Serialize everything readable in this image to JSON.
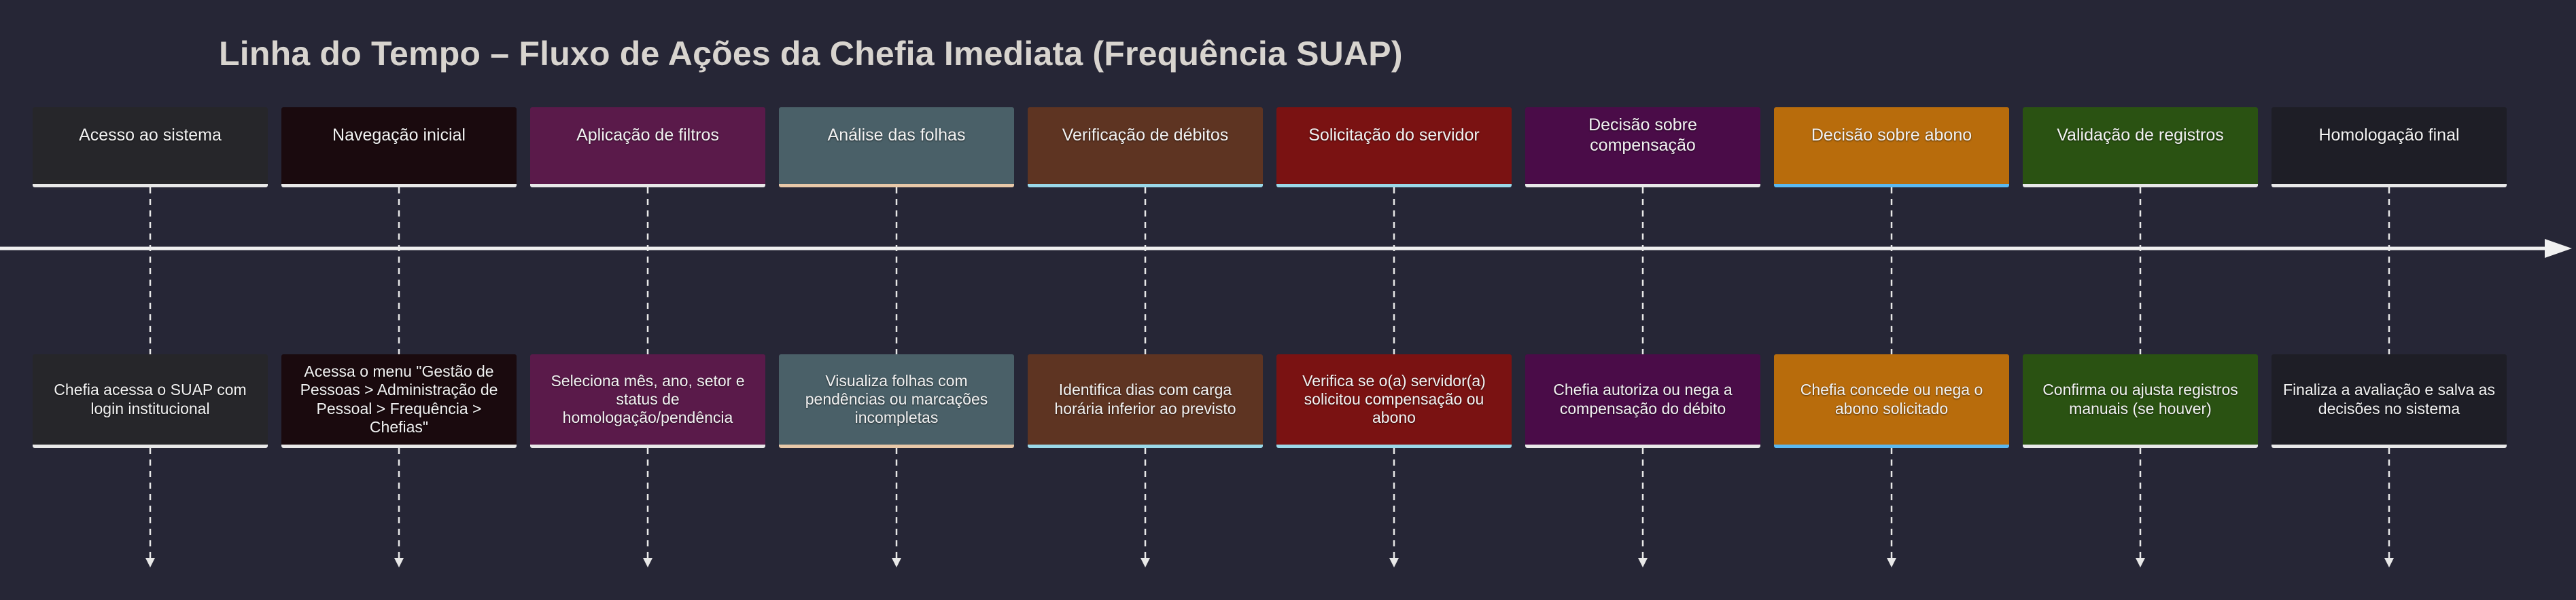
{
  "title": "Linha do Tempo – Fluxo de Ações da Chefia Imediata (Frequência SUAP)",
  "steps": [
    {
      "phase": "Acesso ao sistema",
      "action": "Chefia acessa o SUAP com login institucional",
      "color": "#26262a",
      "accent": "#e8e8e8"
    },
    {
      "phase": "Navegação inicial",
      "action": "Acessa o menu \"Gestão de Pessoas > Administração de Pessoal > Frequência > Chefias\"",
      "color": "#1a0a0e",
      "accent": "#e8e8e8"
    },
    {
      "phase": "Aplicação de filtros",
      "action": "Seleciona mês, ano, setor e status de homologação/pendência",
      "color": "#5a1a4a",
      "accent": "#e8e8e8"
    },
    {
      "phase": "Análise das folhas",
      "action": "Visualiza folhas com pendências ou marcações incompletas",
      "color": "#4a6068",
      "accent": "#e8c8a8"
    },
    {
      "phase": "Verificação de débitos",
      "action": "Identifica dias com carga horária inferior ao previsto",
      "color": "#5e3422",
      "accent": "#9ad8e8"
    },
    {
      "phase": "Solicitação do servidor",
      "action": "Verifica se o(a) servidor(a) solicitou compensação ou abono",
      "color": "#7a1212",
      "accent": "#9ad8e8"
    },
    {
      "phase": "Decisão sobre compensação",
      "action": "Chefia autoriza ou nega a compensação do débito",
      "color": "#4a0c48",
      "accent": "#e8e8e8"
    },
    {
      "phase": "Decisão sobre abono",
      "action": "Chefia concede ou nega o abono solicitado",
      "color": "#b86c0c",
      "accent": "#5ab8f0"
    },
    {
      "phase": "Validação de registros",
      "action": "Confirma ou ajusta registros manuais (se houver)",
      "color": "#2a5212",
      "accent": "#e8e8e8"
    },
    {
      "phase": "Homologação final",
      "action": "Finaliza a avaliação e salva as decisões no sistema",
      "color": "#1e1e26",
      "accent": "#e8e8e8"
    }
  ]
}
